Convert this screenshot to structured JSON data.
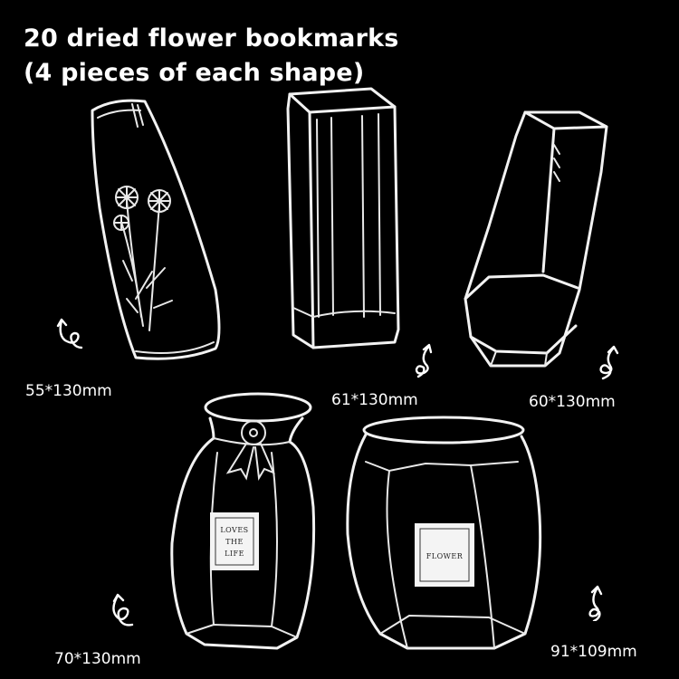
{
  "title": {
    "line1": "20 dried flower bookmarks",
    "line2": "(4 pieces of each shape)"
  },
  "items": [
    {
      "shape": "tapered-vase-with-daisies",
      "size": "55*130mm"
    },
    {
      "shape": "rectangular-vase",
      "size": "61*130mm"
    },
    {
      "shape": "faceted-vase",
      "size": "60*130mm"
    },
    {
      "shape": "bottle-vase-with-bow",
      "size": "70*130mm"
    },
    {
      "shape": "round-jar-vase",
      "size": "91*109mm"
    }
  ],
  "labels": {
    "bottle_tag": [
      "LOVES",
      "THE",
      "LIFE"
    ],
    "jar_tag": "FLOWER"
  },
  "icons": [
    "curly-arrow-icon"
  ]
}
